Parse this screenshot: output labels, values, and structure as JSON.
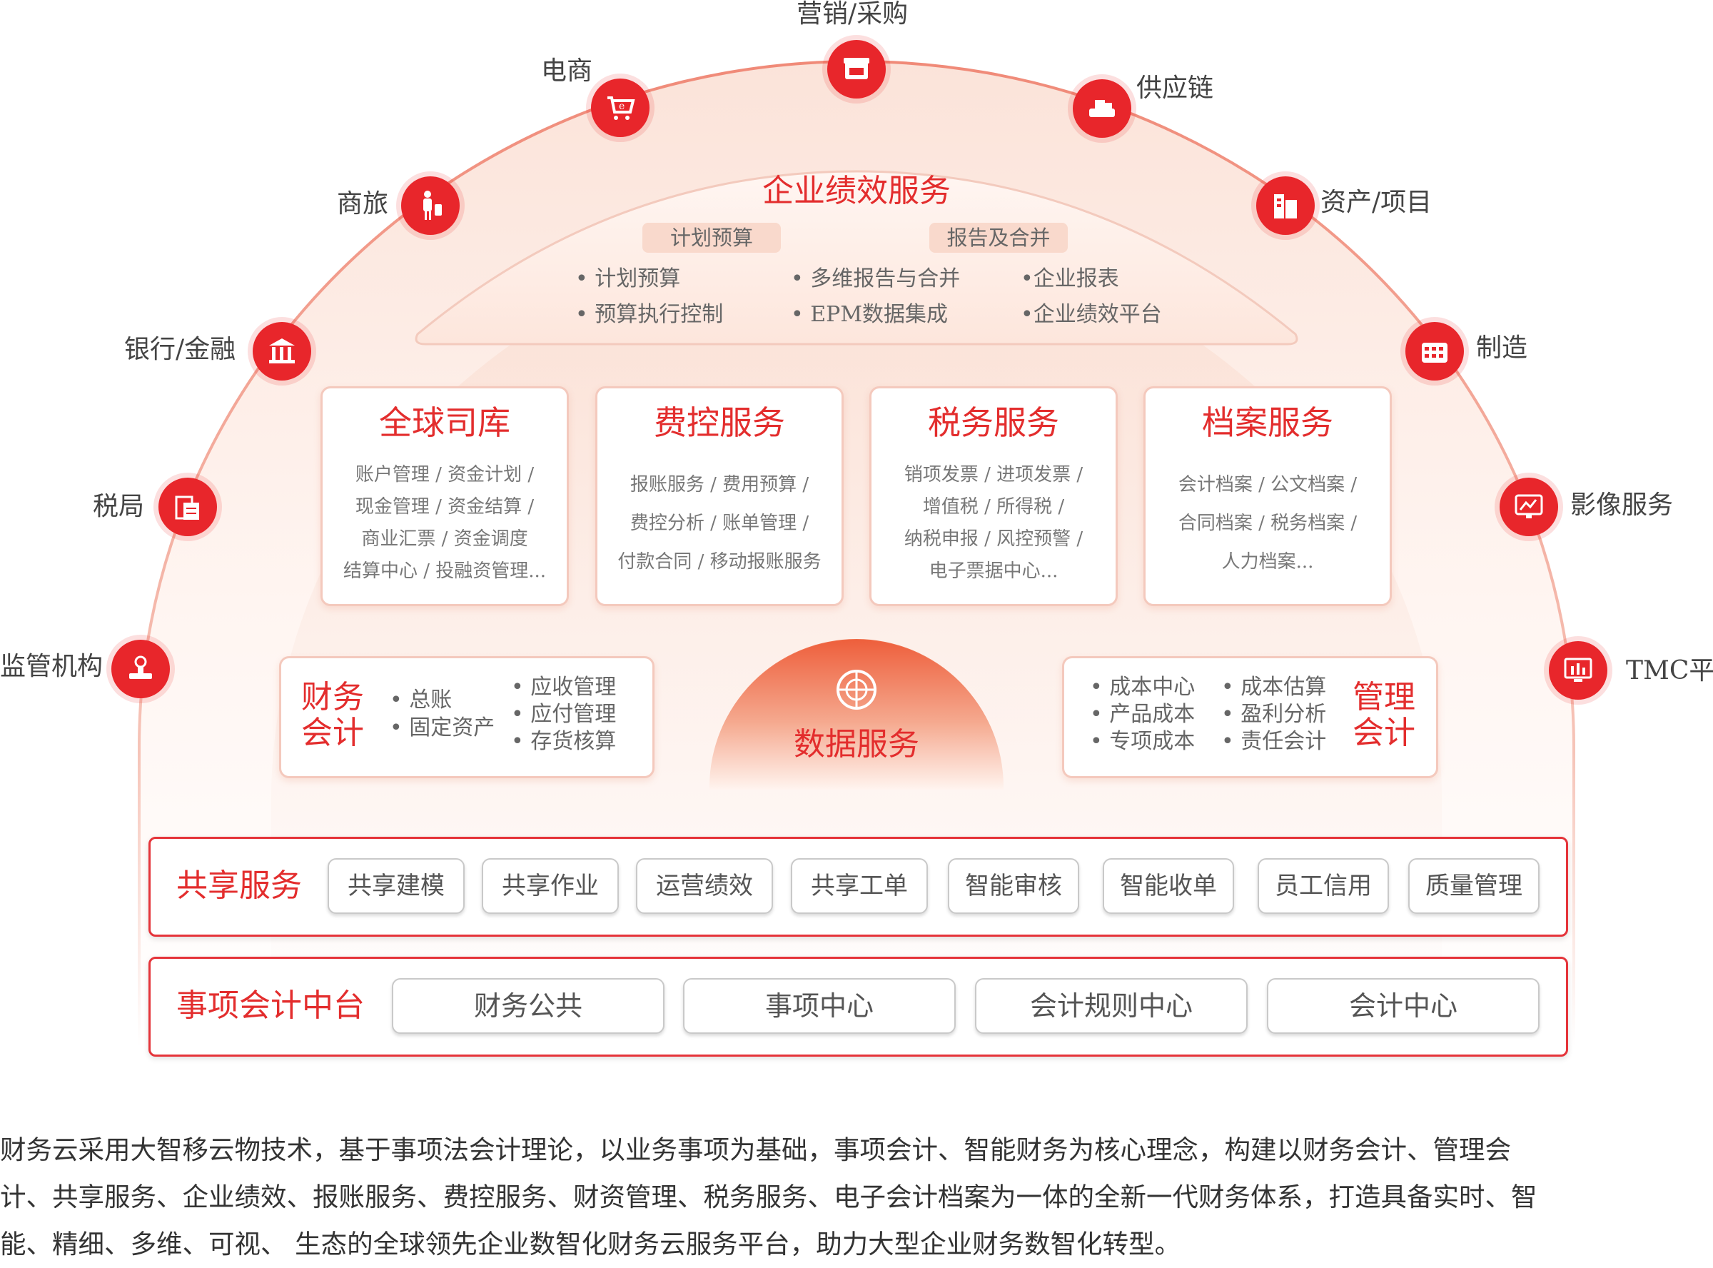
{
  "outer_labels": {
    "marketing": "营销/采购",
    "ecommerce": "电商",
    "supply_chain": "供应链",
    "travel": "商旅",
    "assets": "资产/项目",
    "bank": "银行/金融",
    "manufacturing": "制造",
    "tax_bureau": "税局",
    "imaging": "影像服务",
    "regulator": "监管机构",
    "tmc": "TMC平台"
  },
  "epm": {
    "title": "企业绩效服务",
    "tab_left": "计划预算",
    "tab_right": "报告及合并",
    "col1": [
      "• 计划预算",
      "• 预算执行控制"
    ],
    "col2": [
      "• 多维报告与合并",
      "• EPM数据集成"
    ],
    "col3": [
      "•企业报表",
      "•企业绩效平台"
    ]
  },
  "cards": [
    {
      "title": "全球司库",
      "lines": [
        "账户管理 / 资金计划 /",
        "现金管理 / 资金结算 /",
        "商业汇票 / 资金调度",
        "结算中心 / 投融资管理..."
      ]
    },
    {
      "title": "费控服务",
      "lines": [
        "报账服务 / 费用预算 /",
        "费控分析 / 账单管理 /",
        "付款合同 / 移动报账服务"
      ]
    },
    {
      "title": "税务服务",
      "lines": [
        "销项发票 / 进项发票 /",
        "增值税 / 所得税 /",
        "纳税申报 / 风控预警 /",
        "电子票据中心..."
      ]
    },
    {
      "title": "档案服务",
      "lines": [
        "会计档案  / 公文档案 /",
        "合同档案 / 税务档案 /",
        "人力档案..."
      ]
    }
  ],
  "financial_accounting": {
    "title_line1": "财务",
    "title_line2": "会计",
    "col1": [
      "• 总账",
      "• 固定资产"
    ],
    "col2": [
      "• 应收管理",
      "• 应付管理",
      "• 存货核算"
    ]
  },
  "data_service": {
    "title": "数据服务"
  },
  "management_accounting": {
    "title_line1": "管理",
    "title_line2": "会计",
    "col1": [
      "• 成本中心",
      "• 产品成本",
      "• 专项成本"
    ],
    "col2": [
      "• 成本估算",
      "• 盈利分析",
      "• 责任会计"
    ]
  },
  "shared_services": {
    "title": "共享服务",
    "items": [
      "共享建模",
      "共享作业",
      "运营绩效",
      "共享工单",
      "智能审核",
      "智能收单",
      "员工信用",
      "质量管理"
    ]
  },
  "event_accounting": {
    "title": "事项会计中台",
    "items": [
      "财务公共",
      "事项中心",
      "会计规则中心",
      "会计中心"
    ]
  },
  "description": [
    "财务云采用大智移云物技术，基于事项法会计理论，以业务事项为基础，事项会计、智能财务为核心理念，构建以财务会计、管理会",
    "计、共享服务、企业绩效、报账服务、费控服务、财资管理、税务服务、电子会计档案为一体的全新一代财务体系，打造具备实时、智",
    "能、精细、多维、可视、 生态的全球领先企业数智化财务云服务平台，助力大型企业财务数智化转型。"
  ],
  "colors": {
    "accent": "#e32d2d",
    "icon_bg": "#e8262b",
    "border": "#f4c9bd"
  }
}
